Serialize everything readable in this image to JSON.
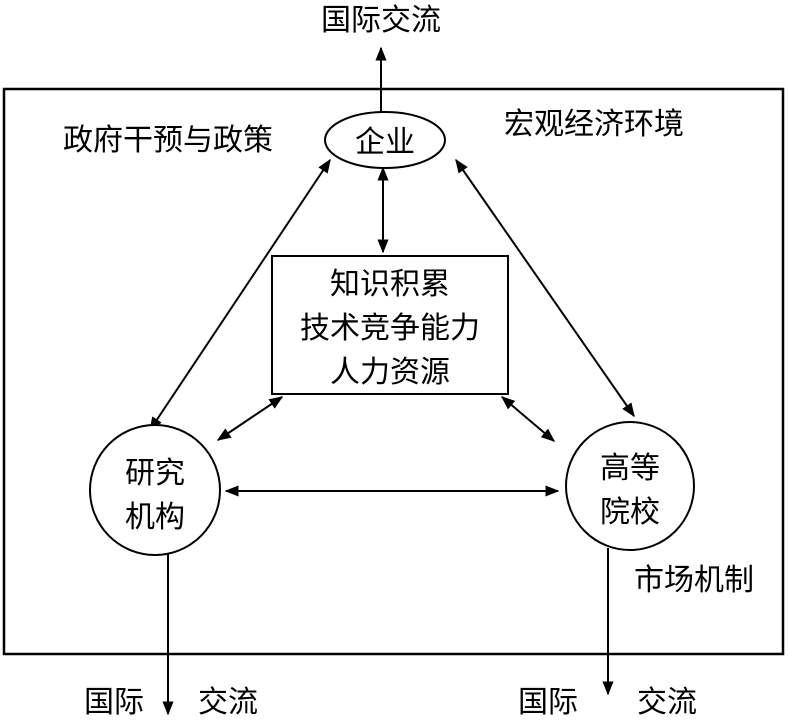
{
  "labels": {
    "intl_top": "国际交流",
    "gov": "政府干预与政策",
    "macro": "宏观经济环境",
    "market": "市场机制",
    "intl_bl_a": "国际",
    "intl_bl_b": "交流",
    "intl_br_a": "国际",
    "intl_br_b": "交流"
  },
  "nodes": {
    "enterprise": "企业",
    "center_line1": "知识积累",
    "center_line2": "技术竞争能力",
    "center_line3": "人力资源",
    "research_line1": "研究",
    "research_line2": "机构",
    "univ_line1": "高等",
    "univ_line2": "院校"
  },
  "colors": {
    "ink": "#000000",
    "background": "#ffffff"
  }
}
